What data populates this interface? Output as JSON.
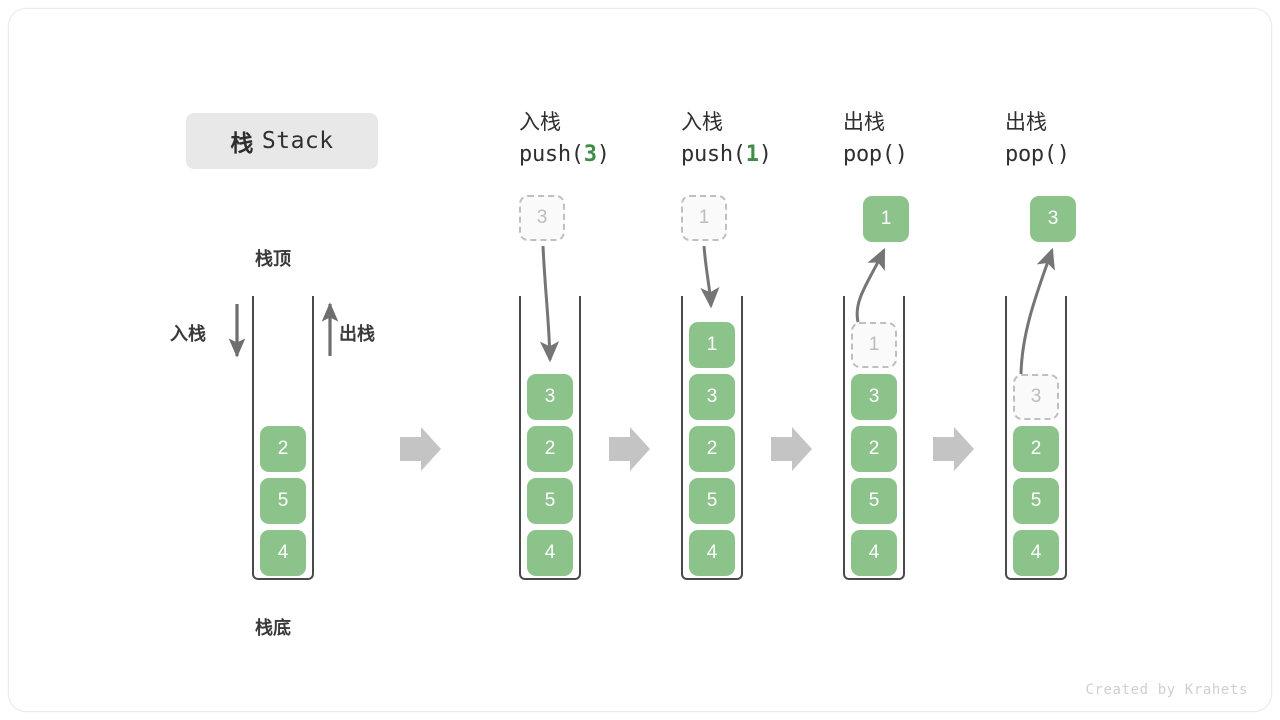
{
  "title": {
    "cn": "栈",
    "en": "Stack"
  },
  "labels": {
    "top": "栈顶",
    "bottom": "栈底",
    "push_side": "入栈",
    "pop_side": "出栈"
  },
  "footer": "Created by Krahets",
  "colors": {
    "element_green": "#8cc38a",
    "arg_green": "#3f8c46",
    "ghost_border": "#bfbfbf",
    "ghost_text": "#bdbdbd",
    "column_border": "#4a4a4a",
    "flow_arrow": "#c4c4c4",
    "curve_arrow": "#757575",
    "badge_bg": "#e8e8e8"
  },
  "steps": [
    {
      "id": "initial",
      "op": "",
      "code": "",
      "arg": "",
      "stack": [
        "2",
        "5",
        "4"
      ],
      "ghost_in_column": null,
      "float_box": null
    },
    {
      "id": "push-3",
      "op": "入栈",
      "code_before": "push(",
      "arg": "3",
      "code_after": ")",
      "stack": [
        "3",
        "2",
        "5",
        "4"
      ],
      "ghost_in_column": null,
      "float_box": {
        "value": "3",
        "style": "ghost"
      }
    },
    {
      "id": "push-1",
      "op": "入栈",
      "code_before": "push(",
      "arg": "1",
      "code_after": ")",
      "stack": [
        "1",
        "3",
        "2",
        "5",
        "4"
      ],
      "ghost_in_column": null,
      "float_box": {
        "value": "1",
        "style": "ghost"
      }
    },
    {
      "id": "pop-1",
      "op": "出栈",
      "code_before": "pop(",
      "arg": "",
      "code_after": ")",
      "stack": [
        "3",
        "2",
        "5",
        "4"
      ],
      "ghost_in_column": "1",
      "float_box": {
        "value": "1",
        "style": "solid"
      }
    },
    {
      "id": "pop-3",
      "op": "出栈",
      "code_before": "pop(",
      "arg": "",
      "code_after": ")",
      "stack": [
        "2",
        "5",
        "4"
      ],
      "ghost_in_column": "3",
      "float_box": {
        "value": "3",
        "style": "solid"
      }
    }
  ]
}
